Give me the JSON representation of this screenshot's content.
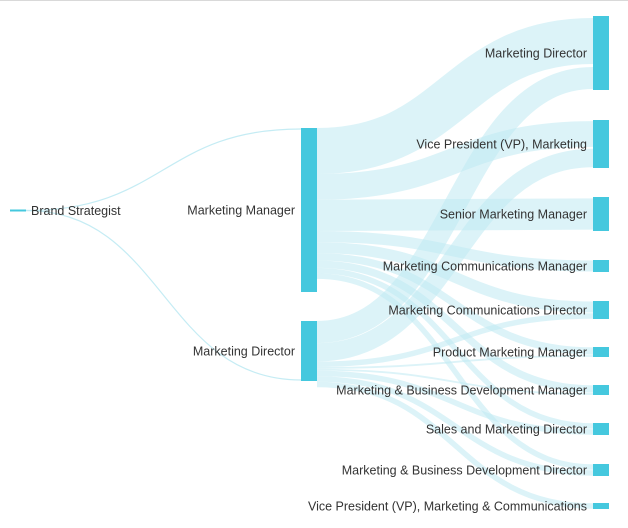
{
  "colors": {
    "node": "#45c8de",
    "link": "#bfeaf3",
    "text": "#333333"
  },
  "chart_data": {
    "type": "sankey",
    "nodes": [
      {
        "id": "bs",
        "label": "Brand Strategist",
        "column": 0,
        "value": 0
      },
      {
        "id": "mm",
        "label": "Marketing Manager",
        "column": 1,
        "value": 164
      },
      {
        "id": "md1",
        "label": "Marketing Director",
        "column": 1,
        "value": 60
      },
      {
        "id": "md2",
        "label": "Marketing Director",
        "column": 2,
        "value": 74
      },
      {
        "id": "vp",
        "label": "Vice President (VP), Marketing",
        "column": 2,
        "value": 48
      },
      {
        "id": "smm",
        "label": "Senior Marketing Manager",
        "column": 2,
        "value": 34
      },
      {
        "id": "mcm",
        "label": "Marketing Communications Manager",
        "column": 2,
        "value": 12
      },
      {
        "id": "mcd",
        "label": "Marketing Communications Director",
        "column": 2,
        "value": 18
      },
      {
        "id": "pmm",
        "label": "Product Marketing Manager",
        "column": 2,
        "value": 10
      },
      {
        "id": "mbdm",
        "label": "Marketing & Business Development Manager",
        "column": 2,
        "value": 10
      },
      {
        "id": "smd",
        "label": "Sales and Marketing Director",
        "column": 2,
        "value": 12
      },
      {
        "id": "mbdd",
        "label": "Marketing & Business Development Director",
        "column": 2,
        "value": 12
      },
      {
        "id": "vpmc",
        "label": "Vice President (VP), Marketing & Communications",
        "column": 2,
        "value": 6
      }
    ],
    "links": [
      {
        "source": "bs",
        "target": "mm",
        "value": 1
      },
      {
        "source": "bs",
        "target": "md1",
        "value": 1
      },
      {
        "source": "mm",
        "target": "md2",
        "value": 50
      },
      {
        "source": "mm",
        "target": "vp",
        "value": 28
      },
      {
        "source": "mm",
        "target": "smm",
        "value": 34
      },
      {
        "source": "mm",
        "target": "mcm",
        "value": 12
      },
      {
        "source": "mm",
        "target": "mcd",
        "value": 12
      },
      {
        "source": "mm",
        "target": "pmm",
        "value": 8
      },
      {
        "source": "mm",
        "target": "mbdm",
        "value": 8
      },
      {
        "source": "mm",
        "target": "smd",
        "value": 6
      },
      {
        "source": "mm",
        "target": "mbdd",
        "value": 6
      },
      {
        "source": "md1",
        "target": "md2",
        "value": 24
      },
      {
        "source": "md1",
        "target": "vp",
        "value": 20
      },
      {
        "source": "md1",
        "target": "mcd",
        "value": 6
      },
      {
        "source": "md1",
        "target": "pmm",
        "value": 2
      },
      {
        "source": "md1",
        "target": "mbdm",
        "value": 2
      },
      {
        "source": "md1",
        "target": "smd",
        "value": 6
      },
      {
        "source": "md1",
        "target": "mbdd",
        "value": 6
      },
      {
        "source": "md1",
        "target": "vpmc",
        "value": 6
      }
    ]
  }
}
